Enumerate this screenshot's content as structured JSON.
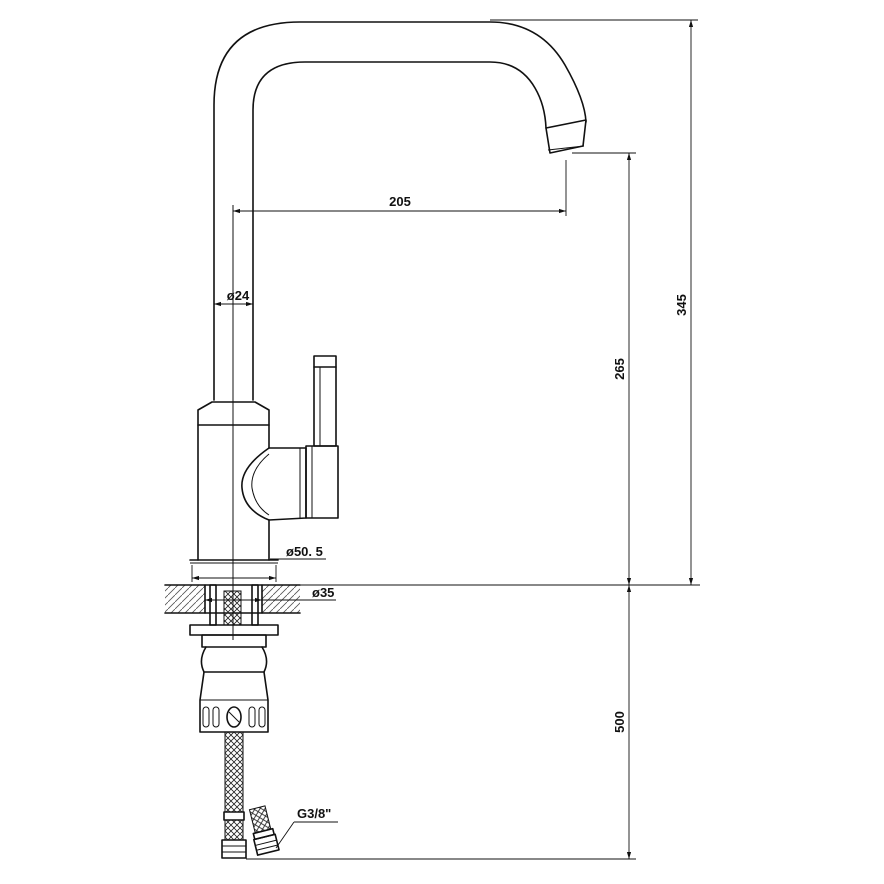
{
  "dimensions": {
    "spout_reach": "205",
    "tube_diameter": "ø24",
    "spout_height": "265",
    "total_height": "345",
    "base_diameter": "ø50. 5",
    "hole_diameter": "ø35",
    "hose_length": "500",
    "thread": "G3/8\""
  }
}
